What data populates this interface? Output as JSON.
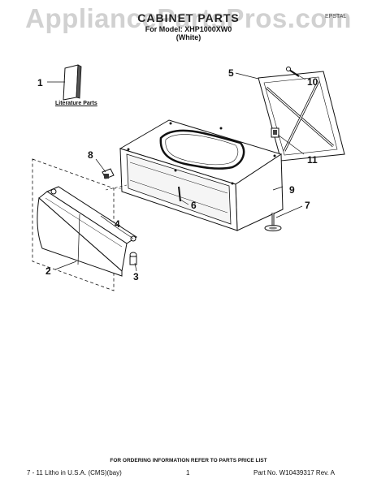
{
  "watermark": "AppliancePartsPros.com",
  "header": {
    "title": "CABINET PARTS",
    "model_line": "For Model: XHP1000XW0",
    "color_line": "(White)",
    "corner_code": "EPSTAL"
  },
  "literature": {
    "label": "Literature Parts"
  },
  "callouts": [
    {
      "id": "1",
      "label": "1"
    },
    {
      "id": "2",
      "label": "2"
    },
    {
      "id": "3",
      "label": "3"
    },
    {
      "id": "4",
      "label": "4"
    },
    {
      "id": "5",
      "label": "5"
    },
    {
      "id": "6",
      "label": "6"
    },
    {
      "id": "7",
      "label": "7"
    },
    {
      "id": "8",
      "label": "8"
    },
    {
      "id": "9",
      "label": "9"
    },
    {
      "id": "10",
      "label": "10"
    },
    {
      "id": "11",
      "label": "11"
    }
  ],
  "footer": {
    "order_note": "FOR ORDERING INFORMATION REFER TO PARTS PRICE LIST",
    "left": "7 - 11 Litho in U.S.A. (CMS)(bay)",
    "page": "1",
    "part_no": "Part No. W10439317 Rev. A"
  }
}
